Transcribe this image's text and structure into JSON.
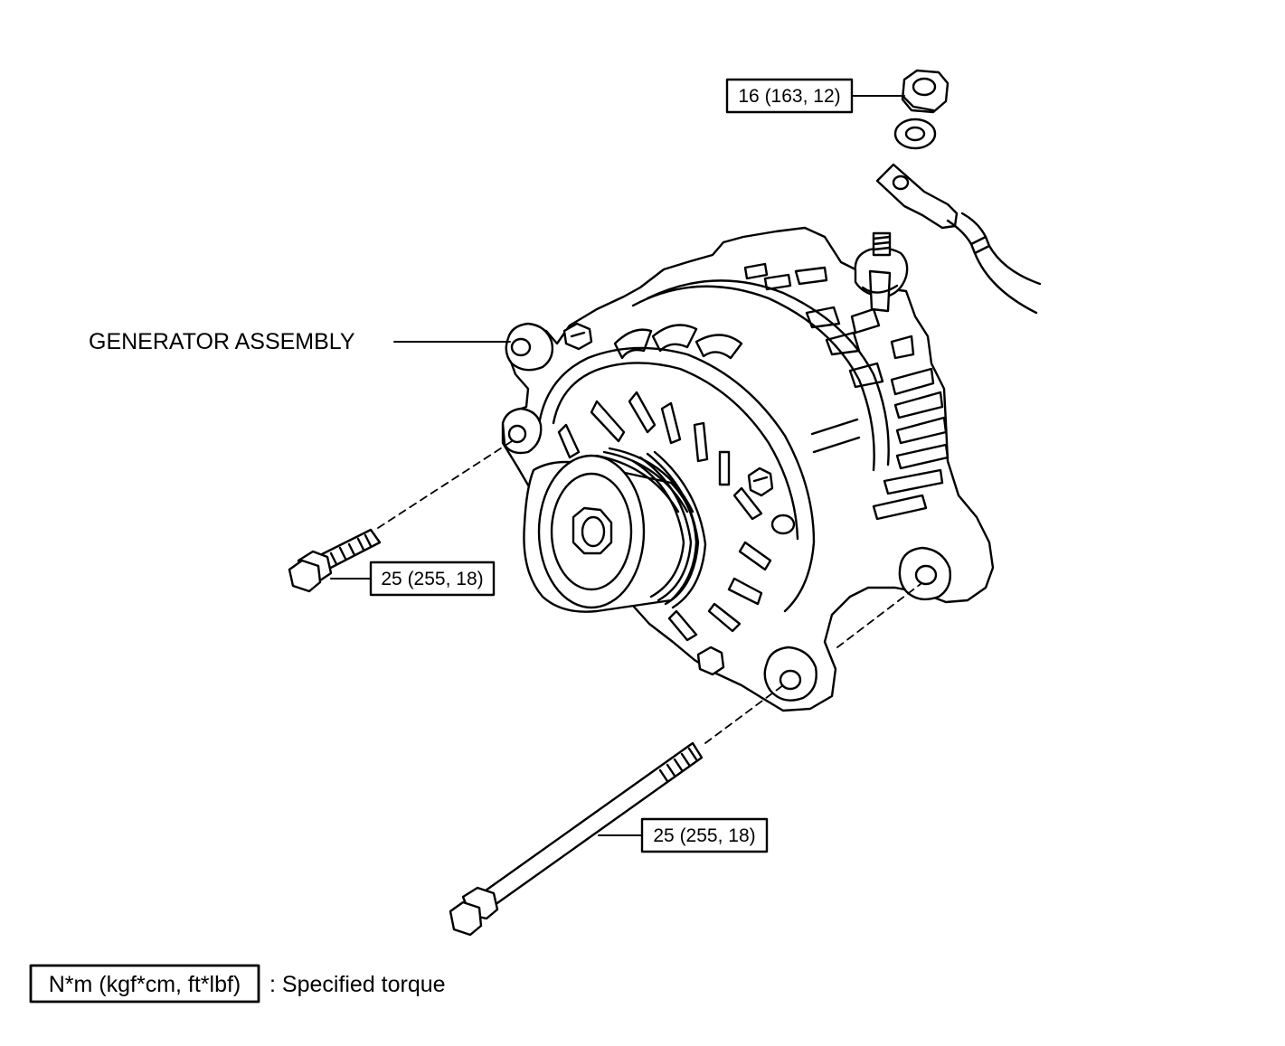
{
  "labels": {
    "generator_assembly": "GENERATOR ASSEMBLY"
  },
  "torque_callouts": {
    "terminal_nut": "16 (163, 12)",
    "upper_bolt": "25 (255, 18)",
    "lower_bolt": "25 (255, 18)"
  },
  "legend": {
    "units_box": "N*m (kgf*cm, ft*lbf)",
    "description": ": Specified torque"
  }
}
